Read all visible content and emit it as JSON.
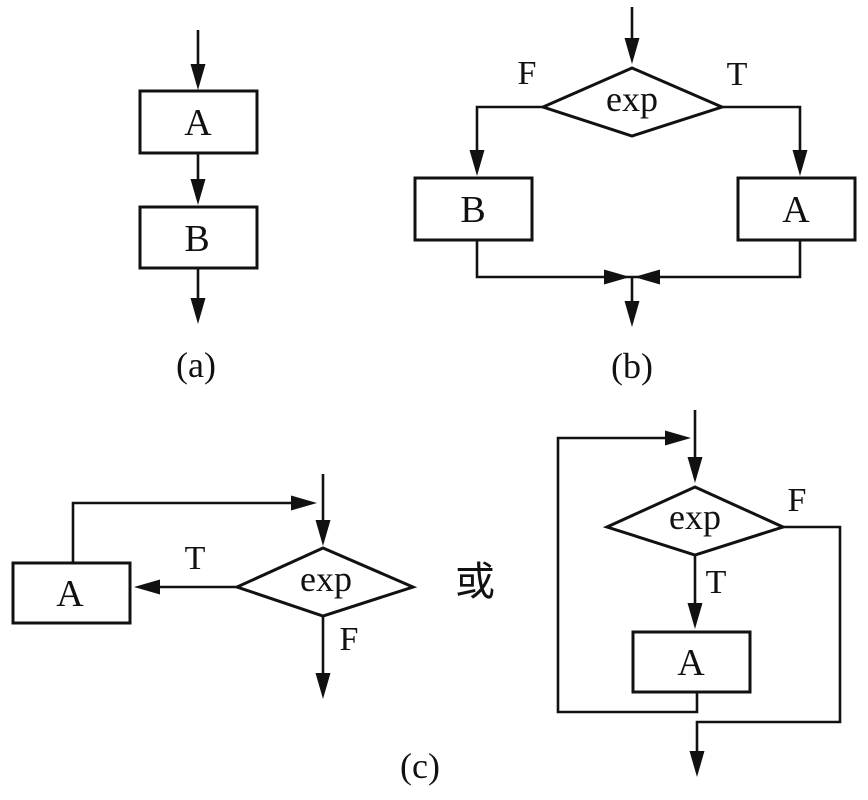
{
  "colors": {
    "ink": "#111111",
    "bg": "#ffffff"
  },
  "sequence": {
    "caption": "(a)",
    "box_top": "A",
    "box_bottom": "B"
  },
  "selection": {
    "caption": "(b)",
    "condition": "exp",
    "false_label": "F",
    "true_label": "T",
    "false_box": "B",
    "true_box": "A"
  },
  "loop": {
    "caption": "(c)",
    "or_label": "或",
    "while_form": {
      "condition": "exp",
      "true_label": "T",
      "false_label": "F",
      "body_box": "A"
    },
    "alt_form": {
      "condition": "exp",
      "true_label": "T",
      "false_label": "F",
      "body_box": "A"
    }
  }
}
